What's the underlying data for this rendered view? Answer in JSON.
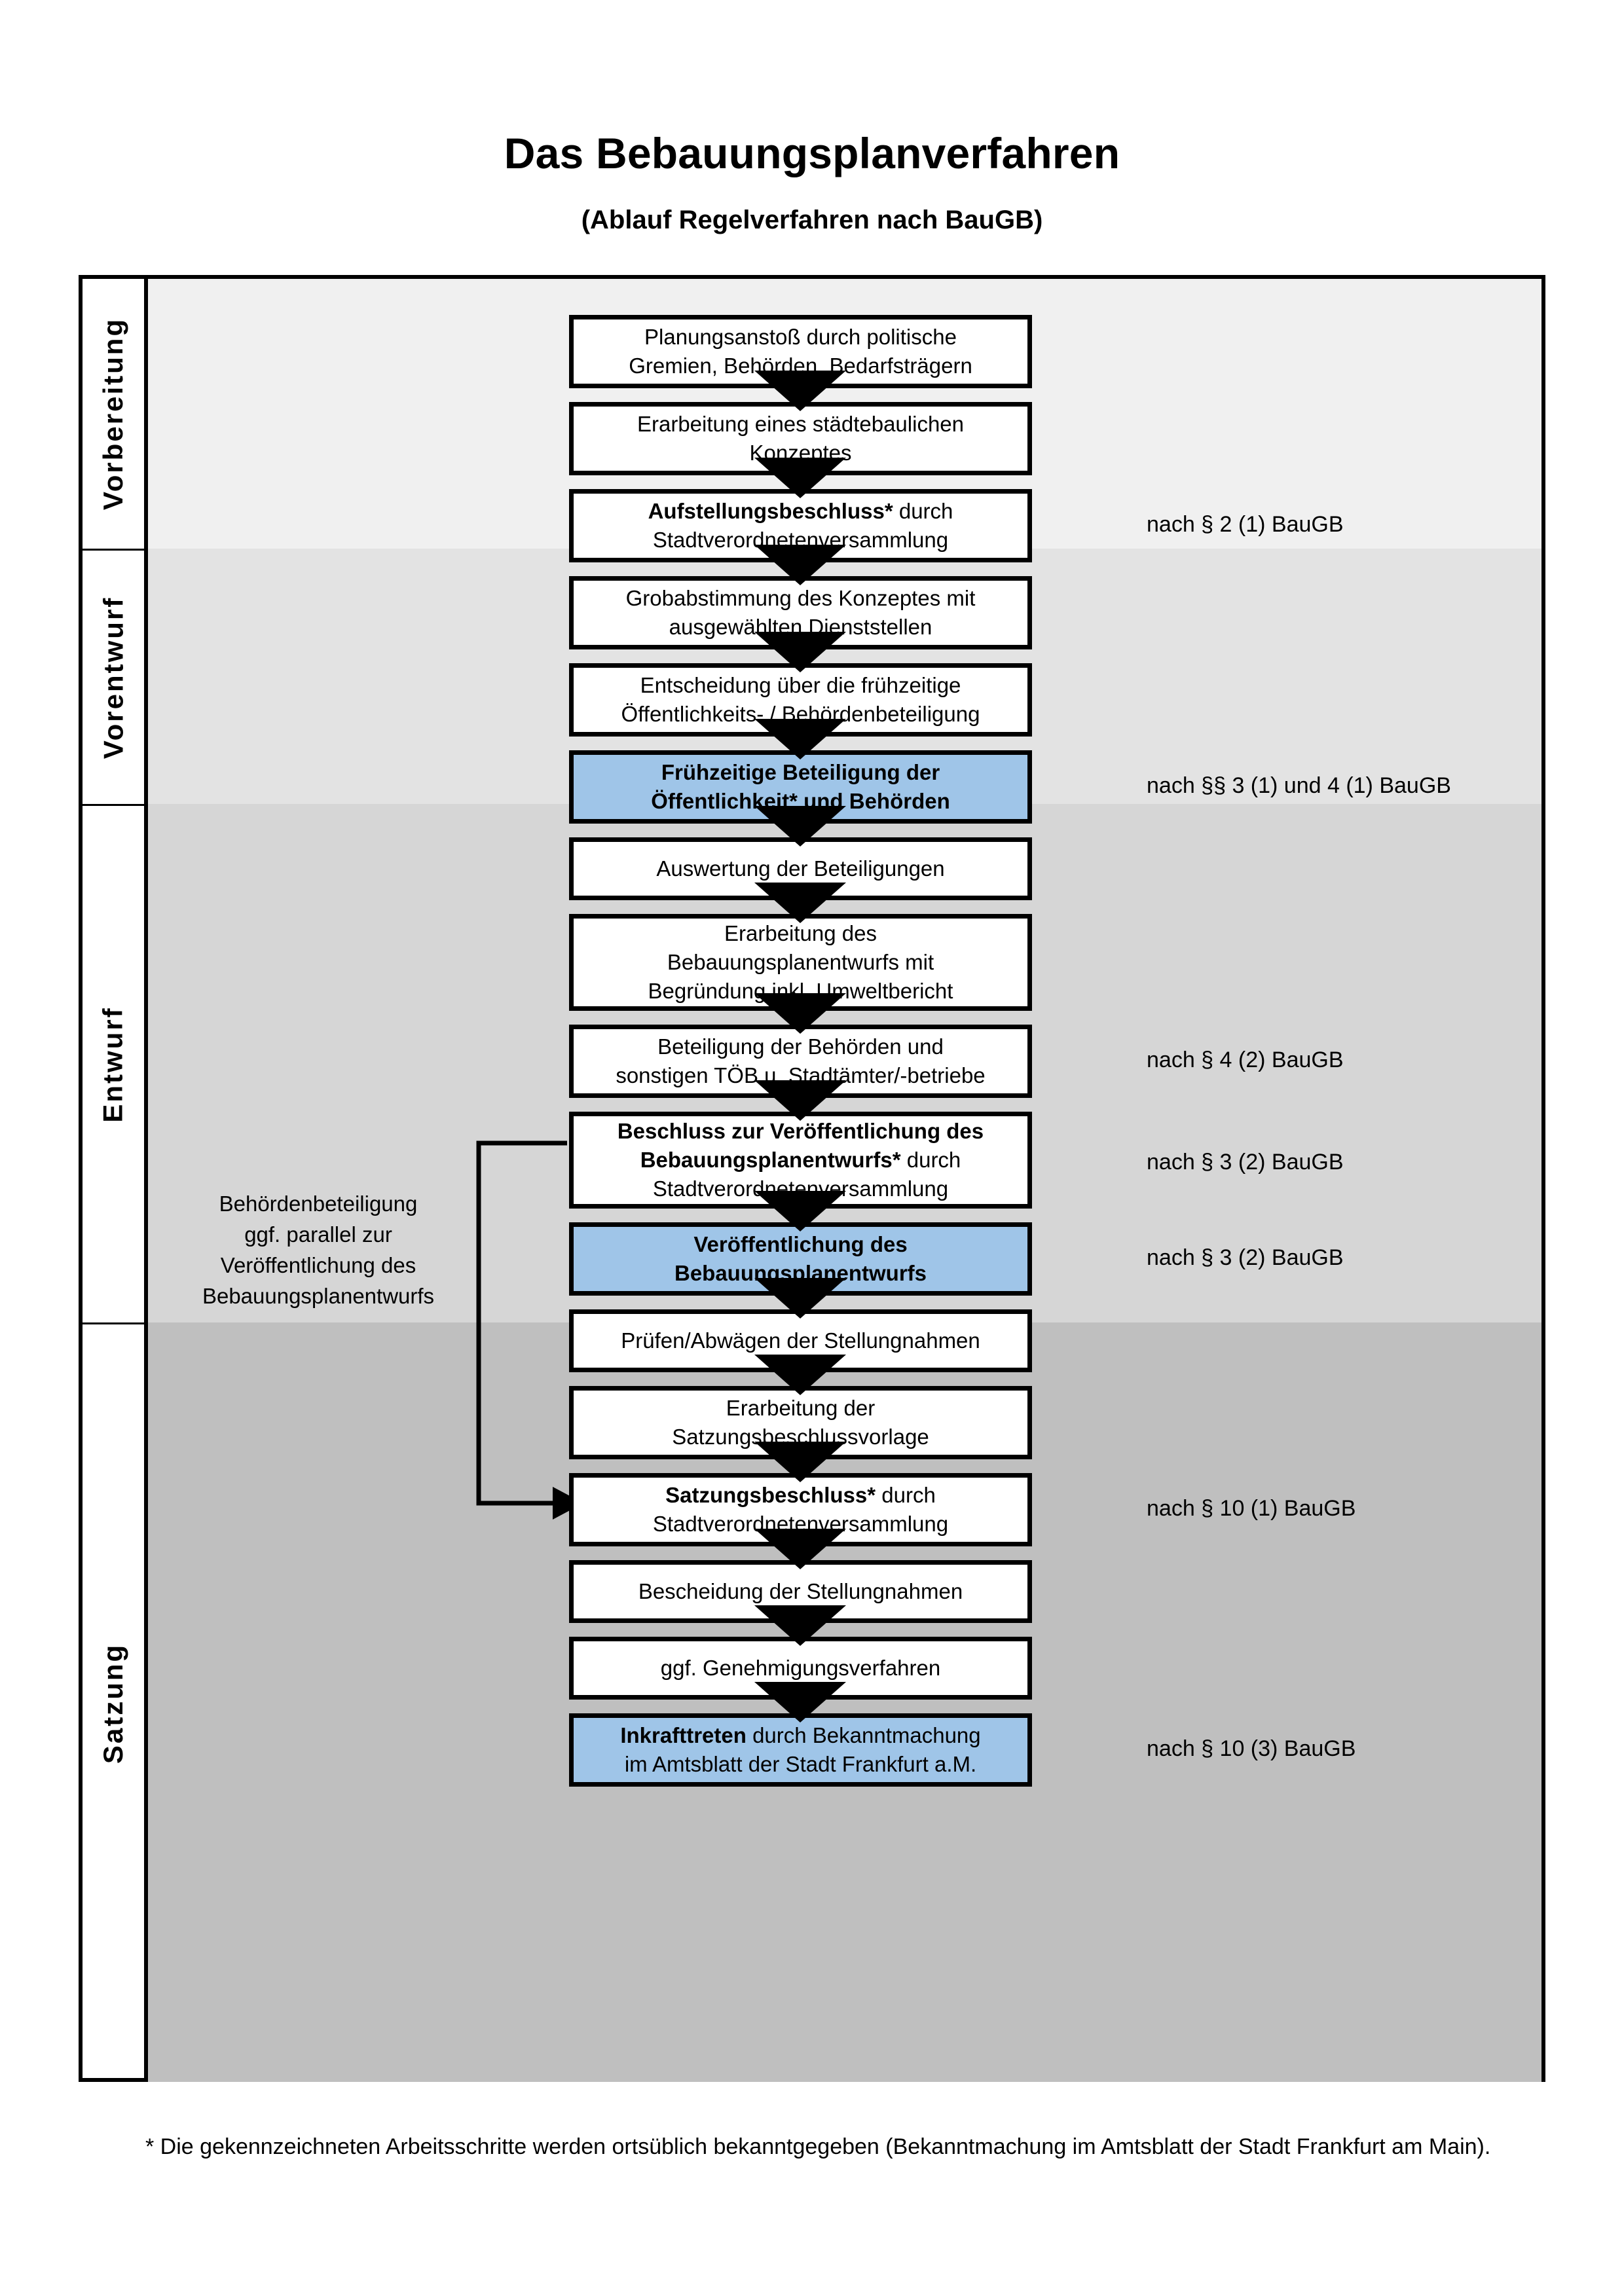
{
  "header": {
    "title": "Das Bebauungsplanverfahren",
    "subtitle": "(Ablauf Regelverfahren nach BauGB)"
  },
  "colors": {
    "highlight_blue": "#9FC5E8",
    "band_vorbereitung": "#F0F0F0",
    "band_vorentwurf": "#E3E3E3",
    "band_entwurf": "#D6D6D6",
    "band_satzung": "#BFBFBF",
    "line_black": "#000000"
  },
  "phases": [
    {
      "label": "Vorbereitung"
    },
    {
      "label": "Vorentwurf"
    },
    {
      "label": "Entwurf"
    },
    {
      "label": "Satzung"
    }
  ],
  "steps": [
    {
      "id": "planungsanstoss",
      "phase": "Vorbereitung",
      "lines": [
        "Planungsanstoß durch politische",
        "Gremien, Behörden, Bedarfsträgern"
      ],
      "bold_prefix": "",
      "highlighted": false
    },
    {
      "id": "staedtebauliches-konzept",
      "phase": "Vorbereitung",
      "lines": [
        "Erarbeitung eines städtebaulichen",
        "Konzeptes"
      ],
      "bold_prefix": "",
      "highlighted": false
    },
    {
      "id": "aufstellungsbeschluss",
      "phase": "Vorbereitung",
      "lines": [
        "Aufstellungsbeschluss* durch",
        "Stadtverordnetenversammlung"
      ],
      "bold_prefix": "Aufstellungsbeschluss*",
      "highlighted": false
    },
    {
      "id": "grobabstimmung",
      "phase": "Vorentwurf",
      "lines": [
        "Grobabstimmung des Konzeptes mit",
        "ausgewählten Dienststellen"
      ],
      "bold_prefix": "",
      "highlighted": false
    },
    {
      "id": "entscheidung-fruehzeitige-beteiligung",
      "phase": "Vorentwurf",
      "lines": [
        "Entscheidung über die frühzeitige",
        "Öffentlichkeits- / Behördenbeteiligung"
      ],
      "bold_prefix": "",
      "highlighted": false
    },
    {
      "id": "fruehzeitige-beteiligung",
      "phase": "Vorentwurf",
      "lines": [
        "Frühzeitige Beteiligung der",
        "Öffentlichkeit* und Behörden"
      ],
      "bold_prefix": "ALL",
      "highlighted": true
    },
    {
      "id": "auswertung-beteiligungen",
      "phase": "Entwurf",
      "lines": [
        "Auswertung der Beteiligungen"
      ],
      "bold_prefix": "",
      "highlighted": false
    },
    {
      "id": "erarbeitung-bebauungsplanentwurf",
      "phase": "Entwurf",
      "lines": [
        "Erarbeitung des",
        "Bebauungsplanentwurfs mit",
        "Begründung inkl. Umweltbericht"
      ],
      "bold_prefix": "",
      "highlighted": false
    },
    {
      "id": "beteiligung-behoerden-toeb",
      "phase": "Entwurf",
      "lines": [
        "Beteiligung der Behörden und",
        "sonstigen TÖB u. Stadtämter/-betriebe"
      ],
      "bold_prefix": "",
      "highlighted": false
    },
    {
      "id": "beschluss-veroeffentlichung",
      "phase": "Entwurf",
      "lines": [
        "Beschluss zur Veröffentlichung des",
        "Bebauungsplanentwurfs* durch",
        "Stadtverordnetenversammlung"
      ],
      "bold_prefix": "Beschluss zur Veröffentlichung des Bebauungsplanentwurfs*",
      "highlighted": false
    },
    {
      "id": "veroeffentlichung-bebauungsplanentwurf",
      "phase": "Entwurf",
      "lines": [
        "Veröffentlichung des",
        "Bebauungsplanentwurfs"
      ],
      "bold_prefix": "ALL",
      "highlighted": true
    },
    {
      "id": "pruefen-abwaegen",
      "phase": "Satzung",
      "lines": [
        "Prüfen/Abwägen der Stellungnahmen"
      ],
      "bold_prefix": "",
      "highlighted": false
    },
    {
      "id": "erarbeitung-satzungsbeschlussvorlage",
      "phase": "Satzung",
      "lines": [
        "Erarbeitung der",
        "Satzungsbeschlussvorlage"
      ],
      "bold_prefix": "",
      "highlighted": false
    },
    {
      "id": "satzungsbeschluss",
      "phase": "Satzung",
      "lines": [
        "Satzungsbeschluss* durch",
        "Stadtverordnetenversammlung"
      ],
      "bold_prefix": "Satzungsbeschluss*",
      "highlighted": false
    },
    {
      "id": "bescheidung-stellungnahmen",
      "phase": "Satzung",
      "lines": [
        "Bescheidung der Stellungnahmen"
      ],
      "bold_prefix": "",
      "highlighted": false
    },
    {
      "id": "genehmigungsverfahren",
      "phase": "Satzung",
      "lines": [
        "ggf. Genehmigungsverfahren"
      ],
      "bold_prefix": "",
      "highlighted": false
    },
    {
      "id": "inkrafttreten",
      "phase": "Satzung",
      "lines": [
        "Inkrafttreten durch Bekanntmachung",
        "im Amtsblatt der Stadt Frankfurt a.M."
      ],
      "bold_prefix": "Inkrafttreten",
      "highlighted": true
    }
  ],
  "legal_notes": [
    {
      "id": "note-2-1",
      "text": "nach § 2 (1) BauGB",
      "for_step": "aufstellungsbeschluss"
    },
    {
      "id": "note-3-1-4-1",
      "text": "nach §§ 3 (1) und 4 (1) BauGB",
      "for_step": "fruehzeitige-beteiligung"
    },
    {
      "id": "note-4-2",
      "text": "nach § 4 (2) BauGB",
      "for_step": "beteiligung-behoerden-toeb"
    },
    {
      "id": "note-3-2-a",
      "text": "nach § 3 (2) BauGB",
      "for_step": "beschluss-veroeffentlichung"
    },
    {
      "id": "note-3-2-b",
      "text": "nach § 3 (2) BauGB",
      "for_step": "veroeffentlichung-bebauungsplanentwurf"
    },
    {
      "id": "note-10-1",
      "text": "nach § 10 (1) BauGB",
      "for_step": "satzungsbeschluss"
    },
    {
      "id": "note-10-3",
      "text": "nach § 10 (3) BauGB",
      "for_step": "inkrafttreten"
    }
  ],
  "side_note": {
    "lines": [
      "Behördenbeteiligung",
      "ggf. parallel zur",
      "Veröffentlichung des",
      "Bebauungsplanentwurfs"
    ]
  },
  "footnote": {
    "text": "* Die gekennzeichneten Arbeitsschritte werden ortsüblich bekanntgegeben (Bekanntmachung im Amtsblatt  der Stadt Frankfurt am Main)."
  }
}
